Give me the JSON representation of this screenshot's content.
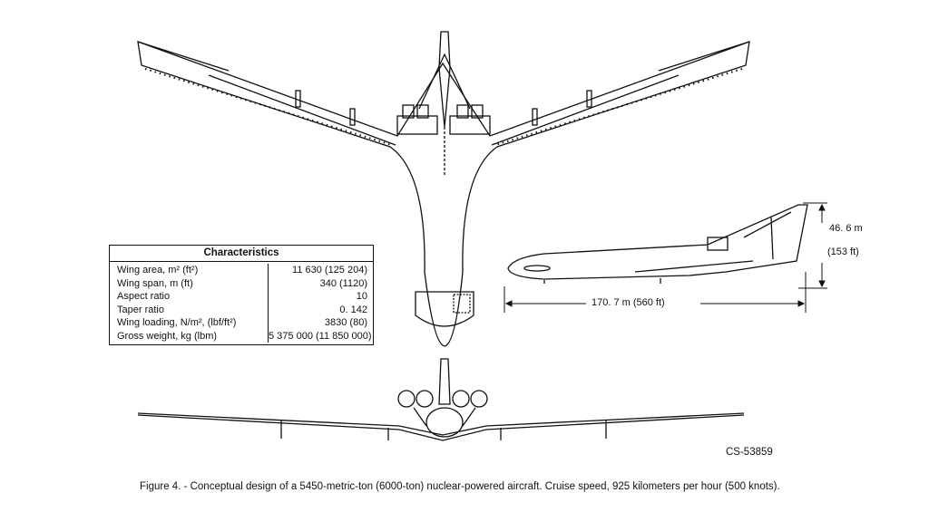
{
  "table": {
    "title": "Characteristics",
    "rows": [
      {
        "label": "Wing area, m² (ft²)",
        "value": "11 630 (125 204)"
      },
      {
        "label": "Wing span, m (ft)",
        "value": "340 (1120)"
      },
      {
        "label": "Aspect ratio",
        "value": "10"
      },
      {
        "label": "Taper ratio",
        "value": "0. 142"
      },
      {
        "label": "Wing loading, N/m², (lbf/ft²)",
        "value": "3830 (80)"
      },
      {
        "label": "Gross weight, kg (lbm)",
        "value": "5 375 000 (11 850 000)"
      }
    ]
  },
  "dimensions": {
    "height_m": "46. 6 m",
    "height_ft": "(153 ft)",
    "length": "170. 7 m (560 ft)"
  },
  "figure_code": "CS-53859",
  "caption": "Figure 4. - Conceptual design of a 5450-metric-ton (6000-ton) nuclear-powered aircraft.   Cruise speed, 925 kilometers per hour (500 knots)."
}
